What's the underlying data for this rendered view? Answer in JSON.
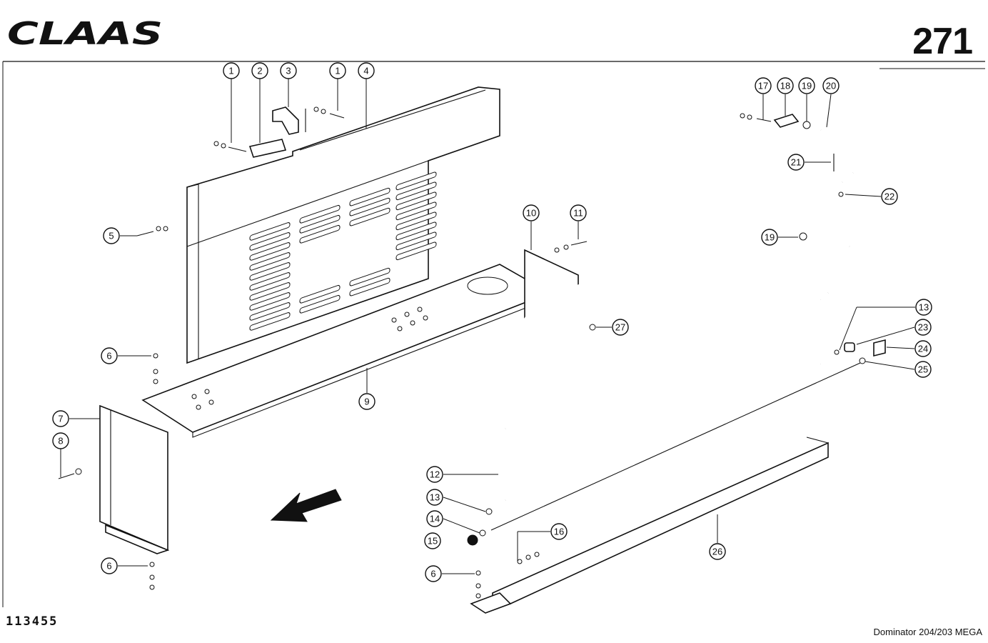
{
  "header": {
    "brand": "CLAAS",
    "page_number": "271"
  },
  "footer": {
    "drawing_id": "113455",
    "model": "Dominator 204/203 MEGA"
  },
  "callouts": [
    {
      "label": "1"
    },
    {
      "label": "2"
    },
    {
      "label": "3"
    },
    {
      "label": "1"
    },
    {
      "label": "4"
    },
    {
      "label": "5"
    },
    {
      "label": "6"
    },
    {
      "label": "7"
    },
    {
      "label": "8"
    },
    {
      "label": "6"
    },
    {
      "label": "9"
    },
    {
      "label": "10"
    },
    {
      "label": "11"
    },
    {
      "label": "27"
    },
    {
      "label": "12"
    },
    {
      "label": "13"
    },
    {
      "label": "14"
    },
    {
      "label": "15"
    },
    {
      "label": "16"
    },
    {
      "label": "6"
    },
    {
      "label": "26"
    },
    {
      "label": "17"
    },
    {
      "label": "18"
    },
    {
      "label": "19"
    },
    {
      "label": "20"
    },
    {
      "label": "21"
    },
    {
      "label": "22"
    },
    {
      "label": "19"
    },
    {
      "label": "13"
    },
    {
      "label": "23"
    },
    {
      "label": "24"
    },
    {
      "label": "25"
    }
  ]
}
